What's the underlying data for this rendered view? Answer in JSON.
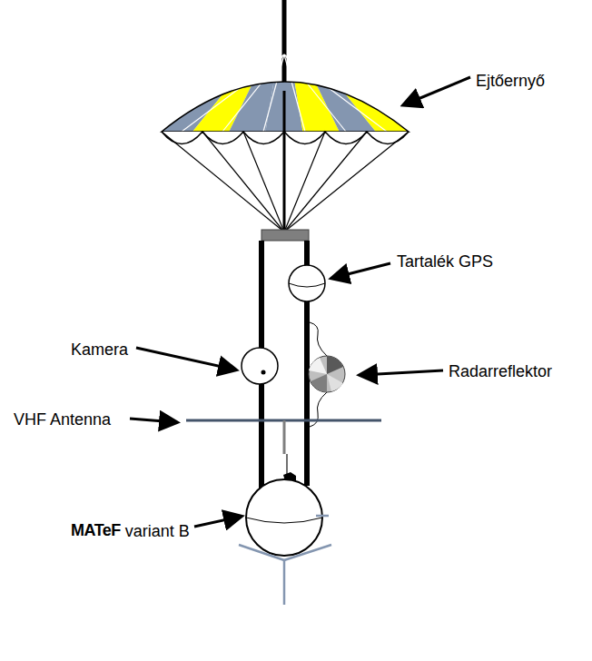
{
  "diagram": {
    "labels": [
      "Ejtőernyő",
      "Tartalék GPS",
      "Kamera",
      "Radarreflektor",
      "VHF Antenna",
      "MATeF",
      "variant B"
    ]
  }
}
